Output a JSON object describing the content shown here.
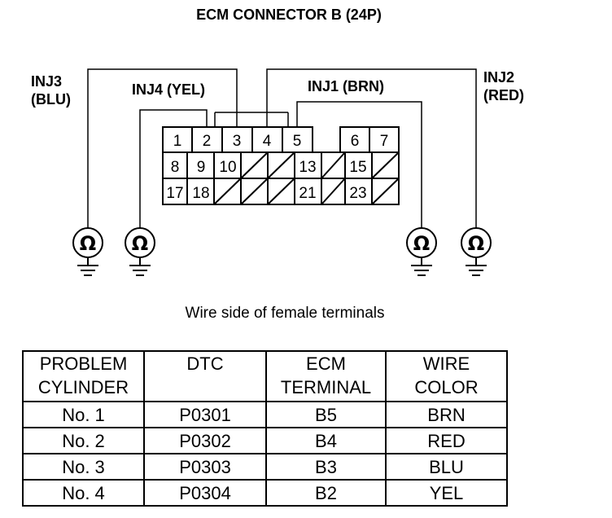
{
  "title": "ECM CONNECTOR B (24P)",
  "wires": {
    "inj3": {
      "line1": "INJ3",
      "line2": "(BLU)"
    },
    "inj4": "INJ4 (YEL)",
    "inj1": "INJ1 (BRN)",
    "inj2": {
      "line1": "INJ2",
      "line2": "(RED)"
    }
  },
  "pins": [
    "1",
    "2",
    "3",
    "4",
    "5",
    "6",
    "7",
    "8",
    "9",
    "10",
    "13",
    "15",
    "17",
    "18",
    "21",
    "23"
  ],
  "ohm_symbol": "Ω",
  "caption": "Wire side of female terminals",
  "table": {
    "headers": [
      {
        "line1": "PROBLEM",
        "line2": "CYLINDER"
      },
      {
        "line1": "DTC",
        "line2": ""
      },
      {
        "line1": "ECM",
        "line2": "TERMINAL"
      },
      {
        "line1": "WIRE",
        "line2": "COLOR"
      }
    ],
    "rows": [
      [
        "No. 1",
        "P0301",
        "B5",
        "BRN"
      ],
      [
        "No. 2",
        "P0302",
        "B4",
        "RED"
      ],
      [
        "No. 3",
        "P0303",
        "B3",
        "BLU"
      ],
      [
        "No. 4",
        "P0304",
        "B2",
        "YEL"
      ]
    ]
  }
}
